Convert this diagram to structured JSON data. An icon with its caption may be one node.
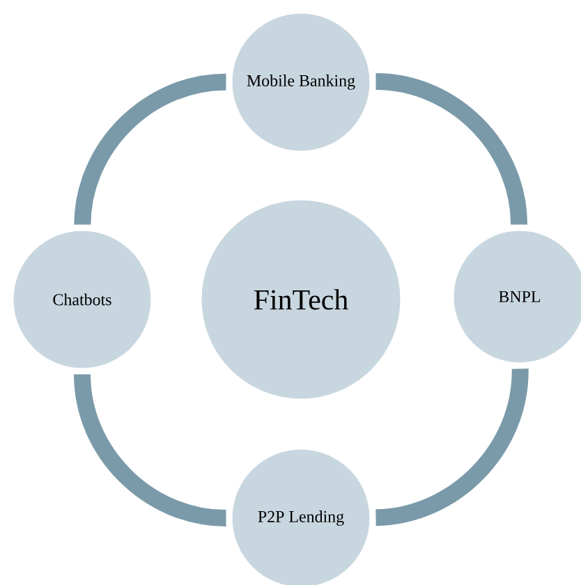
{
  "diagram": {
    "nodes": [
      {
        "text": [
          "FinTech"
        ]
      },
      {
        "text": [
          "Mobile Banking"
        ]
      },
      {
        "text": [
          "BNPL"
        ]
      },
      {
        "text": [
          "P2P Lending"
        ]
      },
      {
        "text": [
          "Chatbots"
        ]
      }
    ],
    "edges": [
      {
        "from": 1,
        "to": 2,
        "arrow": "none"
      },
      {
        "from": 2,
        "to": 3,
        "arrow": "none"
      },
      {
        "from": 3,
        "to": 4,
        "arrow": "none"
      },
      {
        "from": 4,
        "to": 1,
        "arrow": "none"
      }
    ]
  }
}
